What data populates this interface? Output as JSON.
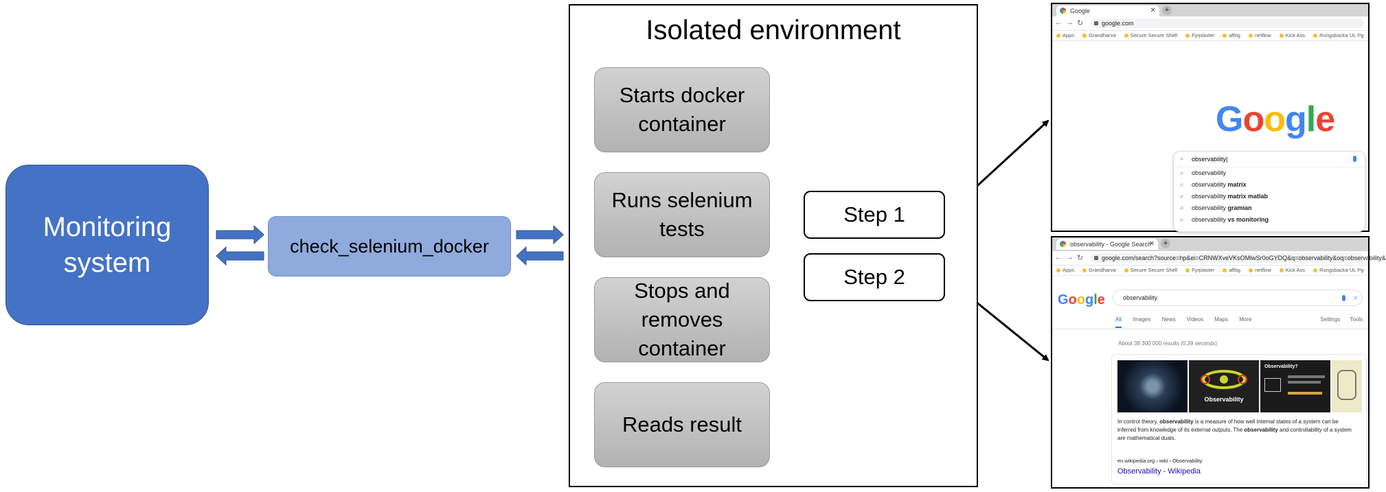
{
  "monitoring_system": {
    "label": "Monitoring system"
  },
  "check": {
    "label": "check_selenium_docker"
  },
  "environment": {
    "title": "Isolated environment",
    "steps": [
      "Starts docker container",
      "Runs selenium tests",
      "Stops and removes container",
      "Reads result"
    ]
  },
  "selenium_steps": [
    "Step 1",
    "Step 2"
  ],
  "colors": {
    "monitoring": "#4472c4",
    "check": "#8faadc",
    "arrow_blue": "#4472c4",
    "process_gray": "#c8c8c8"
  },
  "screenshot1": {
    "tab_title": "Google",
    "url": "google.com",
    "bookmarks": [
      "Apps",
      "Grandharva",
      "Secure Secure Shell",
      "Fyrplaster",
      "affög",
      "netflow",
      "Kick Ass",
      "Rungsbacka UL Pg"
    ],
    "logo": "Google",
    "query": "observability",
    "suggestions": [
      {
        "base": "observability",
        "bold": ""
      },
      {
        "base": "observability ",
        "bold": "matrix"
      },
      {
        "base": "observability ",
        "bold": "matrix matlab"
      },
      {
        "base": "observability ",
        "bold": "gramian"
      },
      {
        "base": "observability ",
        "bold": "vs monitoring"
      }
    ]
  },
  "screenshot2": {
    "tab_title": "observability - Google Search",
    "url": "google.com/search?source=hp&ei=CRNWXveVKsOMlwSr0oGYDQ&q=observability&oq=observability&",
    "bookmarks": [
      "Apps",
      "Grandharva",
      "Secure Secure Shell",
      "Fyrplaster",
      "affög",
      "netflow",
      "Kick Ass",
      "Rungsbacka UL Pg"
    ],
    "logo": "Google",
    "query": "observability",
    "tabs": [
      "All",
      "Images",
      "News",
      "Videos",
      "Maps",
      "More"
    ],
    "tools": [
      "Settings",
      "Tools"
    ],
    "stats": "About 38 300 000 results (0,39 seconds)",
    "image_labels": [
      "Observability",
      "Observability?"
    ],
    "snippet": [
      "In control theory, ",
      "observability",
      " is a measure of how well internal states of a system can be inferred from knowledge of its external outputs. The ",
      "observability",
      " and controllability of a system are mathematical duals."
    ],
    "source": "en.wikipedia.org › wiki › Observability",
    "link": "Observability - Wikipedia"
  }
}
